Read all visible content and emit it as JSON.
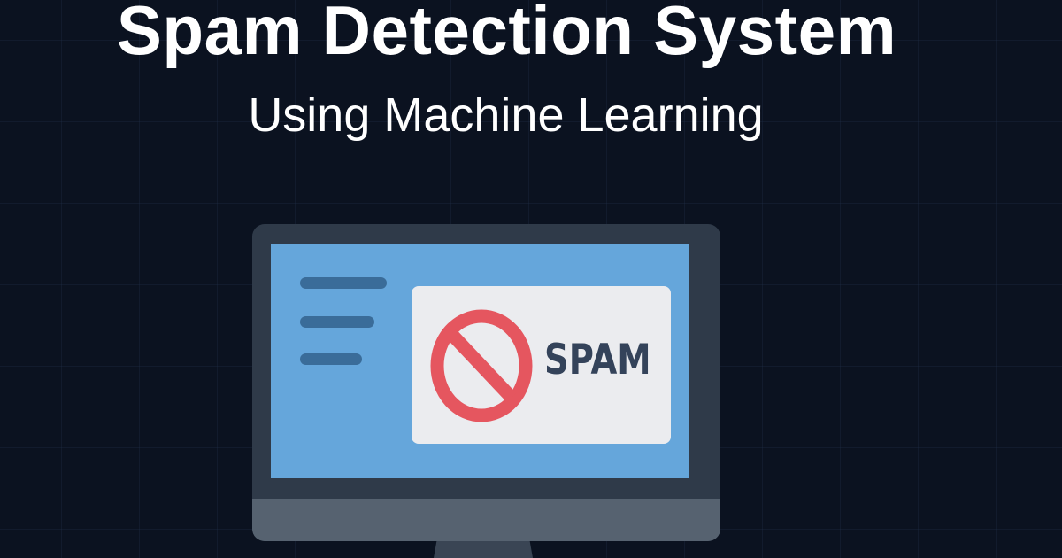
{
  "header": {
    "title": "Spam Detection System",
    "subtitle": "Using Machine Learning"
  },
  "illustration": {
    "device": "desktop-monitor",
    "screen_lines": 3,
    "card": {
      "icon": "prohibited-icon",
      "label": "SPAM"
    }
  },
  "colors": {
    "background": "#0b1220",
    "title_text": "#ffffff",
    "monitor_bezel": "#2f3a49",
    "monitor_chin": "#566270",
    "screen": "#65a6db",
    "screen_lines": "#3a6c99",
    "card": "#ebecef",
    "prohibited_icon": "#e5565f",
    "spam_text": "#34435a"
  }
}
